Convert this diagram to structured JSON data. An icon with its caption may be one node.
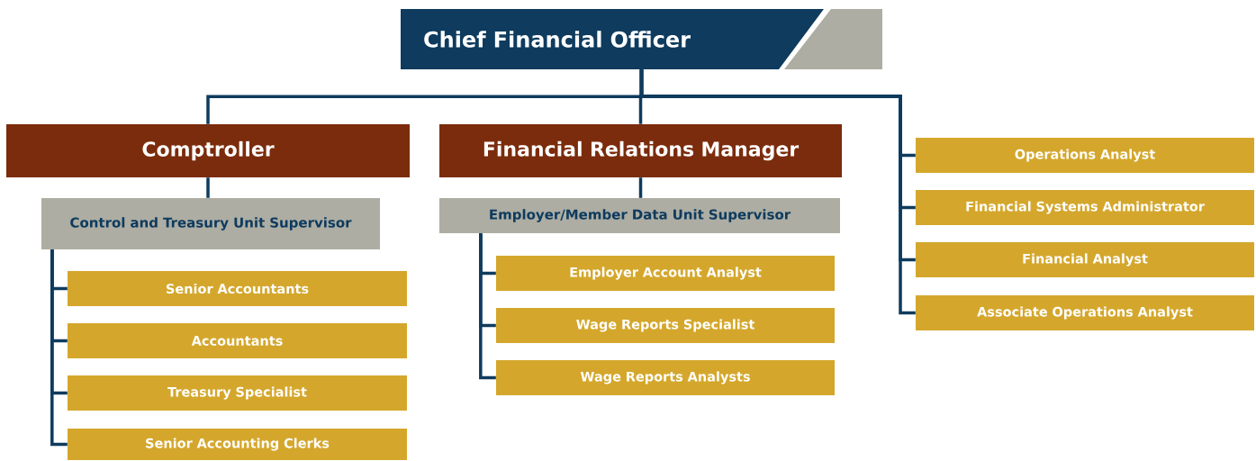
{
  "diagram": {
    "nodes": [
      {
        "text": [
          "Chief Financial Officer"
        ]
      },
      {
        "text": [
          "Comptroller"
        ]
      },
      {
        "text": [
          "Financial Relations Manager"
        ]
      },
      {
        "text": [
          "Control and Treasury Unit Supervisor"
        ]
      },
      {
        "text": [
          "Senior Accountants"
        ]
      },
      {
        "text": [
          "Accountants"
        ]
      },
      {
        "text": [
          "Treasury Specialist"
        ]
      },
      {
        "text": [
          "Senior Accounting Clerks"
        ]
      },
      {
        "text": [
          "Employer/Member Data Unit Supervisor"
        ]
      },
      {
        "text": [
          "Employer Account Analyst"
        ]
      },
      {
        "text": [
          "Wage Reports Specialist"
        ]
      },
      {
        "text": [
          "Wage Reports Analysts"
        ]
      },
      {
        "text": [
          "Operations Analyst"
        ]
      },
      {
        "text": [
          "Financial Systems Administrator"
        ]
      },
      {
        "text": [
          "Financial Analyst"
        ]
      },
      {
        "text": [
          "Associate Operations Analyst"
        ]
      }
    ],
    "edges": [
      {
        "from": 0,
        "to": 1,
        "arrow": "none"
      },
      {
        "from": 0,
        "to": 2,
        "arrow": "none"
      },
      {
        "from": 0,
        "to": 12,
        "arrow": "none"
      },
      {
        "from": 0,
        "to": 13,
        "arrow": "none"
      },
      {
        "from": 0,
        "to": 14,
        "arrow": "none"
      },
      {
        "from": 0,
        "to": 15,
        "arrow": "none"
      },
      {
        "from": 1,
        "to": 3,
        "arrow": "none"
      },
      {
        "from": 3,
        "to": 4,
        "arrow": "none"
      },
      {
        "from": 3,
        "to": 5,
        "arrow": "none"
      },
      {
        "from": 3,
        "to": 6,
        "arrow": "none"
      },
      {
        "from": 3,
        "to": 7,
        "arrow": "none"
      },
      {
        "from": 2,
        "to": 8,
        "arrow": "none"
      },
      {
        "from": 8,
        "to": 9,
        "arrow": "none"
      },
      {
        "from": 8,
        "to": 10,
        "arrow": "none"
      },
      {
        "from": 8,
        "to": 11,
        "arrow": "none"
      }
    ]
  }
}
